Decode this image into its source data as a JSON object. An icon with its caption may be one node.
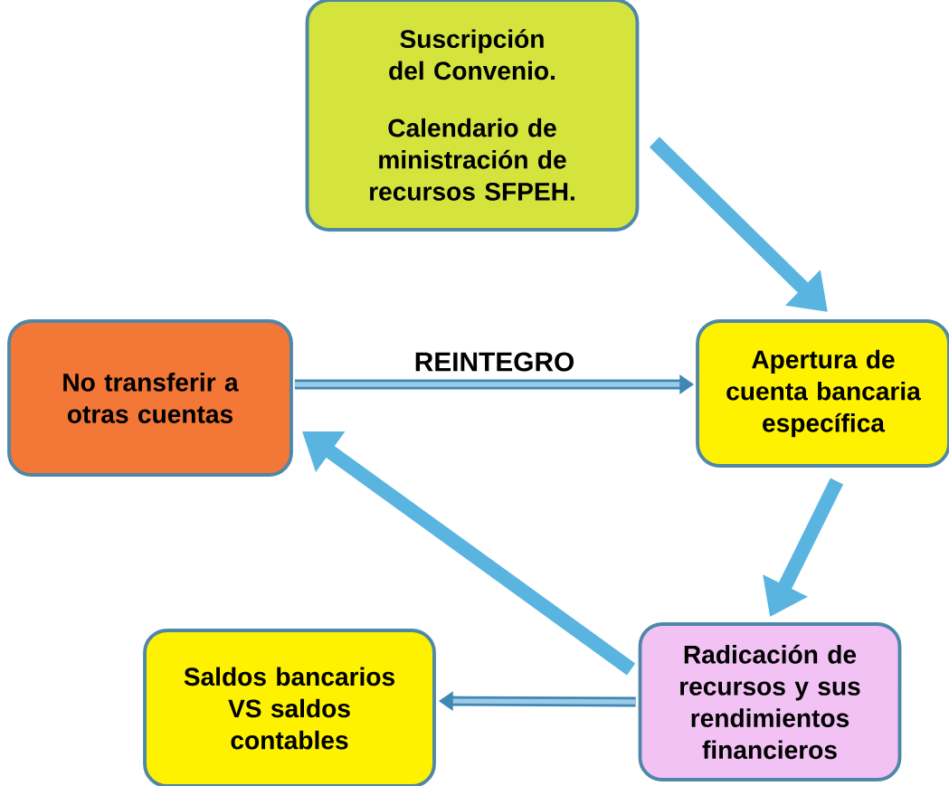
{
  "diagram": {
    "nodes": [
      {
        "text": [
          "Suscripción del Convenio.",
          "Calendario de ministración de recursos SFPEH."
        ]
      },
      {
        "text": [
          "No transferir a otras cuentas"
        ]
      },
      {
        "text": [
          "Apertura de cuenta bancaria específica"
        ]
      },
      {
        "text": [
          "Saldos bancarios VS saldos contables"
        ]
      },
      {
        "text": [
          "Radicación de recursos y sus rendimientos financieros"
        ]
      }
    ],
    "edges": [
      {
        "from": 0,
        "to": 2,
        "arrow": "to"
      },
      {
        "from": 1,
        "to": 2,
        "arrow": "to",
        "label": "REINTEGRO",
        "color": "#3f87b5"
      },
      {
        "from": 2,
        "to": 4,
        "arrow": "to"
      },
      {
        "from": 4,
        "to": 1,
        "arrow": "to"
      },
      {
        "from": 4,
        "to": 3,
        "arrow": "to",
        "color": "#3f87b5"
      }
    ]
  }
}
